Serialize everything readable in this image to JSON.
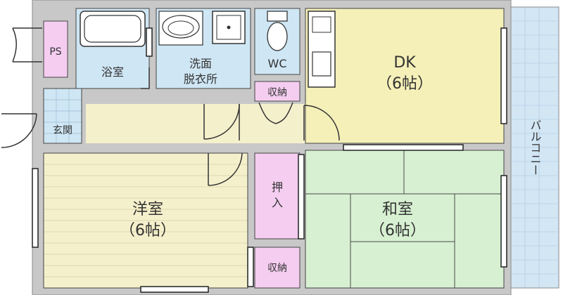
{
  "colors": {
    "western": "#f5f0cc",
    "dk": "#f5f0b8",
    "corridor": "#f5f0cc",
    "japanese": "#d7f0d2",
    "wet": "#cfe6f4",
    "storage": "#f4cdf0",
    "balcony": "#d2e6f4",
    "wall": "#c8c8c8"
  },
  "rooms": {
    "dk": {
      "name": "DK",
      "size": "（6帖）"
    },
    "japanese": {
      "name": "和室",
      "size": "（6帖）"
    },
    "western": {
      "name": "洋室",
      "size": "（6帖）"
    },
    "bath": {
      "name": "浴室"
    },
    "washroom": {
      "line1": "洗面",
      "line2": "脱衣所"
    },
    "wc": {
      "name": "WC"
    },
    "ps": {
      "name": "PS"
    },
    "entrance": {
      "name": "玄関"
    },
    "storage_top": {
      "name": "収納"
    },
    "oshiire": {
      "line1": "押",
      "line2": "入"
    },
    "storage_bottom": {
      "name": "収納"
    },
    "balcony": {
      "name": "バルコニー"
    }
  }
}
